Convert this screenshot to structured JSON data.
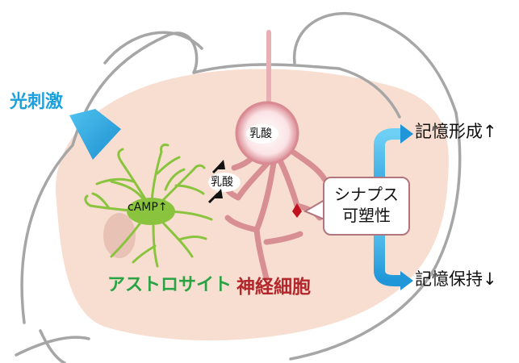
{
  "labels": {
    "light_stimulation": "光刺激",
    "astrocyte": "アストロサイト",
    "neuron": "神経細胞",
    "camp": "cAMP↑",
    "lactate_neuron": "乳酸",
    "lactate_transfer": "乳酸",
    "synaptic_plasticity_line1": "シナプス",
    "synaptic_plasticity_line2": "可塑性",
    "memory_formation": "記憶形成↑",
    "memory_retention": "記憶保持↓"
  },
  "colors": {
    "brain_fill": "#f8ded0",
    "brain_outline": "#a6a6a6",
    "light": "#1aa0dc",
    "astrocyte": "#8ac43f",
    "astrocyte_text": "#2aa345",
    "neuron": "#d88f94",
    "neuron_text": "#b3262b",
    "arrow": "#29a8e0",
    "synapse": "#c1121f"
  }
}
